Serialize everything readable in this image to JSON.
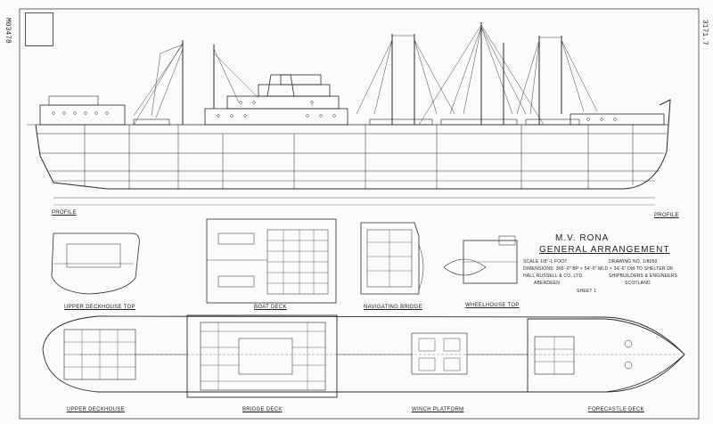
{
  "corner_codes": {
    "left": "M03478",
    "right": "3171.7"
  },
  "title_block": {
    "vessel": "M.V. RONA",
    "heading": "GENERAL ARRANGEMENT",
    "scale": "SCALE 1/8\"-1 FOOT",
    "drawing_no": "DRAWING No. 1/8050",
    "dimensions": "DIMENSIONS: 365'-0\" BP × 54'-0\" MLD × 34'-6\" DM TO SHELTER DK",
    "builder": "HALL RUSSELL & CO. LTD.",
    "builder_role": "SHIPBUILDERS & ENGINEERS",
    "city": "ABERDEEN",
    "country": "SCOTLAND",
    "sheet": "SHEET 1"
  },
  "view_labels": {
    "profile_left": "PROFILE",
    "profile_right": "PROFILE",
    "upper_deckhouse_top": "UPPER DECKHOUSE TOP",
    "boat_deck": "BOAT DECK",
    "navigating_bridge": "NAVIGATING BRIDGE",
    "wheelhouse_top": "WHEELHOUSE TOP",
    "upper_deckhouse": "UPPER DECKHOUSE",
    "bridge_deck": "BRIDGE DECK",
    "winch_platform": "WINCH PLATFORM",
    "forecastle_deck": "FORECASTLE DECK"
  },
  "colors": {
    "paper": "#fbfbfa",
    "ink": "#222222"
  }
}
